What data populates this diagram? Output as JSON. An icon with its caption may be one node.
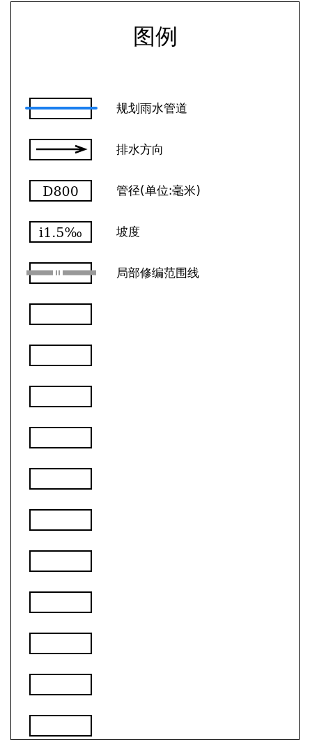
{
  "diagram": {
    "title": "图例",
    "nodes": [
      {
        "text": [],
        "shape": "box"
      },
      {
        "text": [],
        "shape": "box"
      },
      {
        "text": [
          "D800"
        ]
      },
      {
        "text": [
          "i1.5‰"
        ]
      },
      {
        "text": [],
        "shape": "box"
      },
      {
        "text": [],
        "shape": "box"
      },
      {
        "text": [],
        "shape": "box"
      },
      {
        "text": [],
        "shape": "box"
      },
      {
        "text": [],
        "shape": "box"
      },
      {
        "text": [],
        "shape": "box"
      },
      {
        "text": [],
        "shape": "box"
      },
      {
        "text": [],
        "shape": "box"
      },
      {
        "text": [],
        "shape": "box"
      },
      {
        "text": [],
        "shape": "box"
      },
      {
        "text": [],
        "shape": "box"
      },
      {
        "text": [],
        "shape": "box"
      }
    ],
    "legend": [
      {
        "text": "规划雨水管道"
      },
      {
        "text": "排水方向"
      },
      {
        "text": "管径(单位:毫米)"
      },
      {
        "text": "坡度"
      },
      {
        "text": "局部修编范围线"
      }
    ]
  }
}
